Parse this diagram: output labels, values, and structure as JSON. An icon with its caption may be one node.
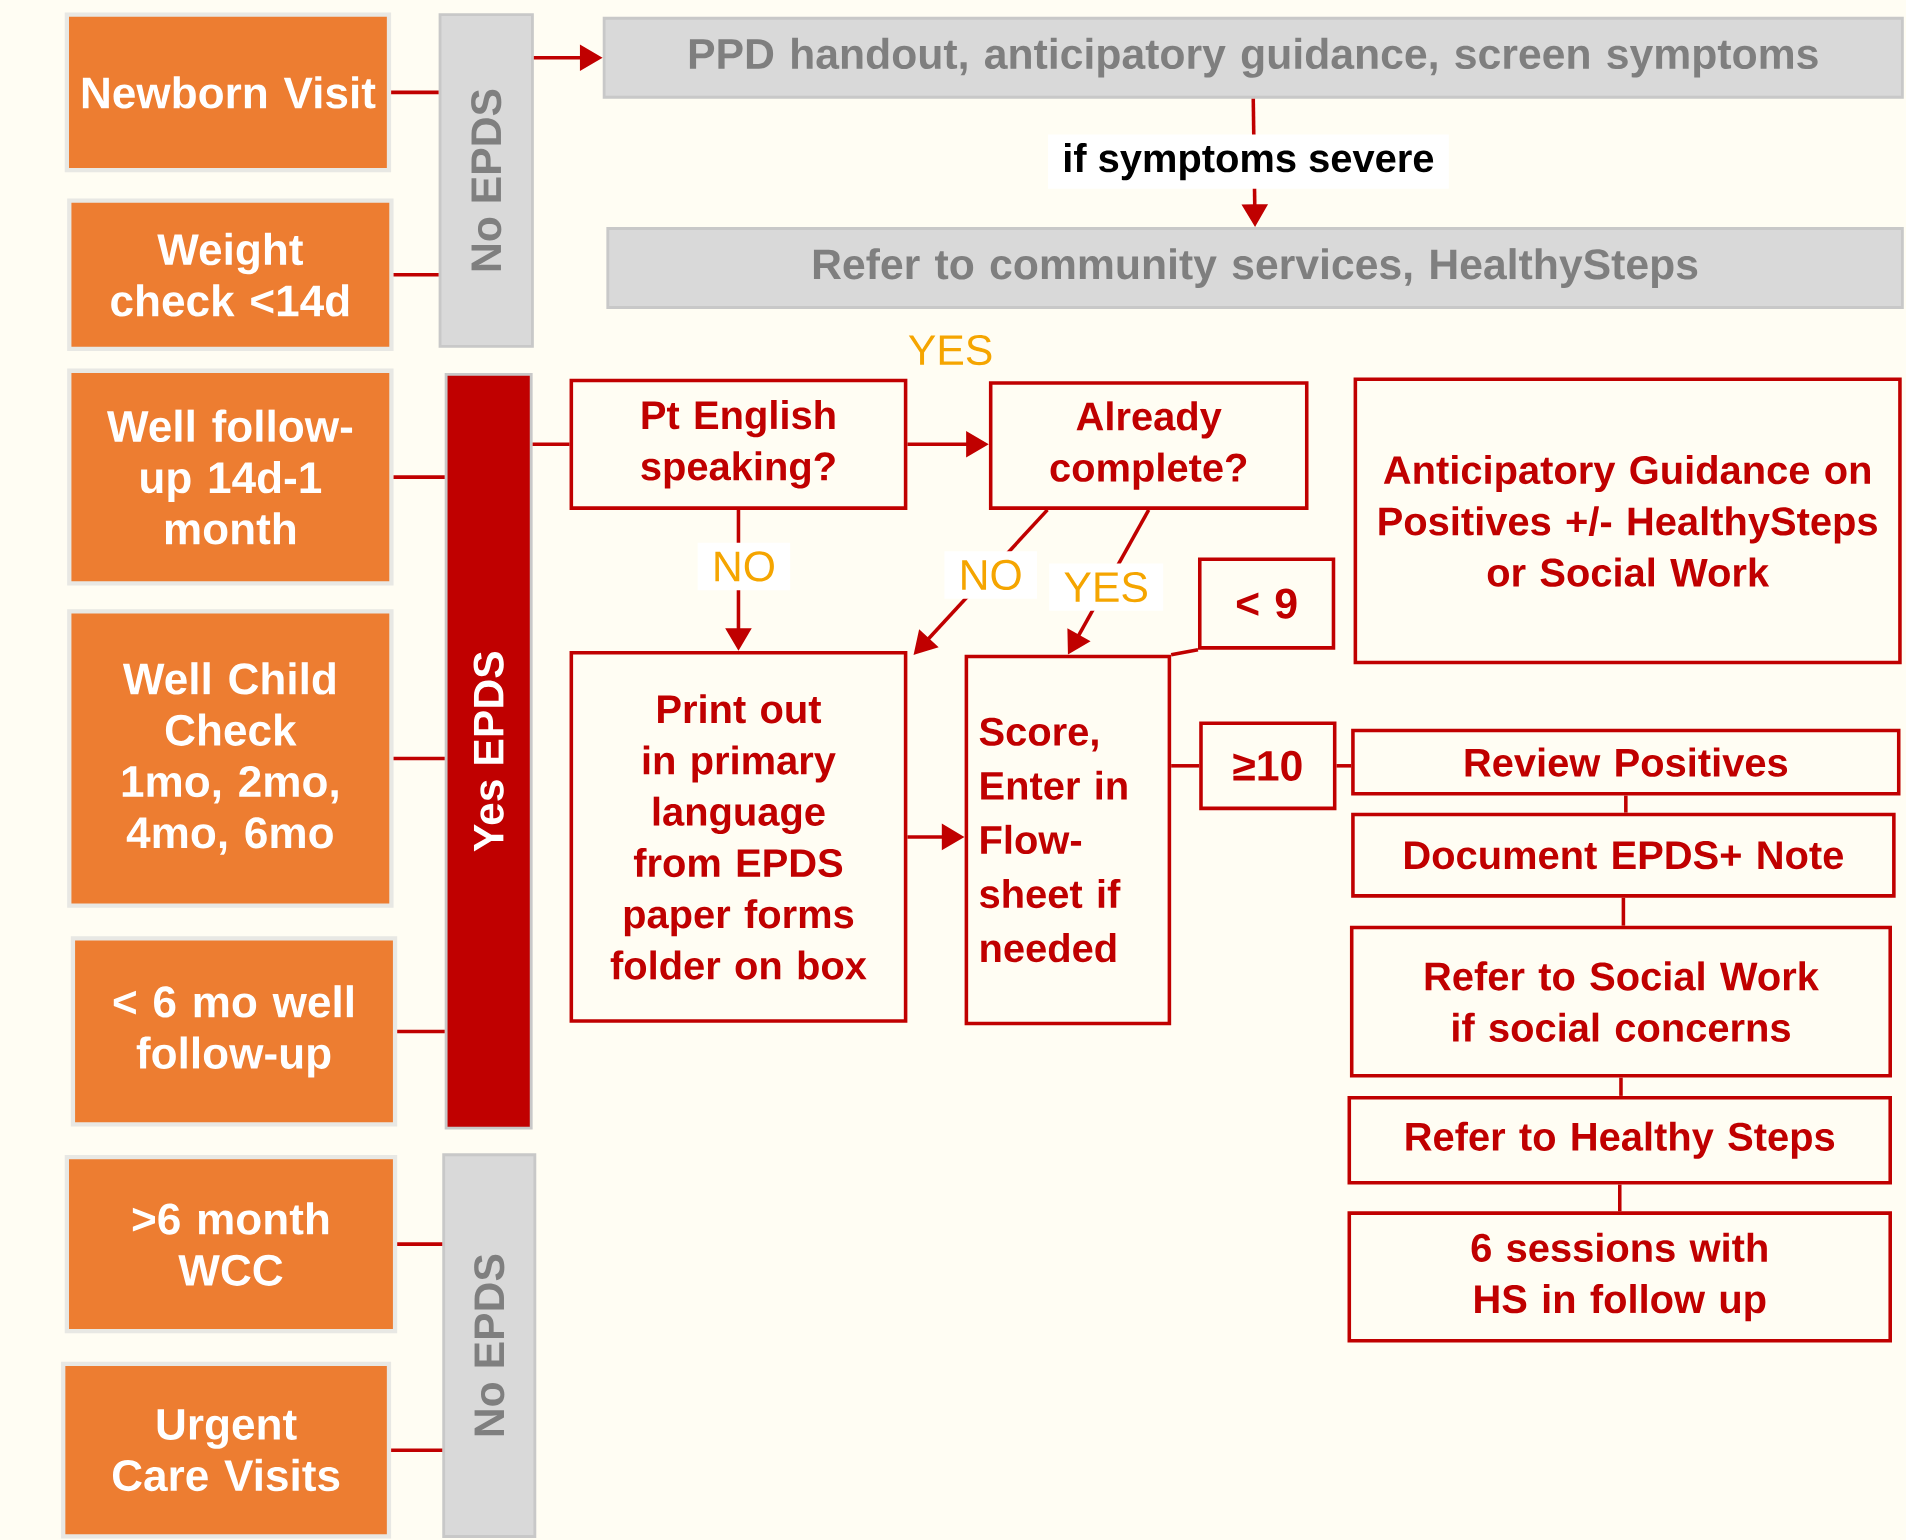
{
  "diagram": {
    "nodes": [
      {
        "text": [
          "Newborn Visit"
        ]
      },
      {
        "text": [
          "Weight check <14d"
        ]
      },
      {
        "text": [
          "Well follow-up 14d-1 month"
        ]
      },
      {
        "text": [
          "Well Child Check 1mo, 2mo, 4mo, 6mo"
        ]
      },
      {
        "text": [
          "< 6 mo well follow-up"
        ]
      },
      {
        "text": [
          ">6 month WCC"
        ]
      },
      {
        "text": [
          "Urgent Care Visits"
        ]
      },
      {
        "text": [
          "No EPDS"
        ]
      },
      {
        "text": [
          "Yes EPDS"
        ]
      },
      {
        "text": [
          "No EPDS"
        ]
      },
      {
        "text": [
          "PPD handout, anticipatory guidance, screen symptoms"
        ]
      },
      {
        "text": [
          "Refer to community services, HealthySteps"
        ]
      },
      {
        "text": [
          "Pt English speaking?"
        ]
      },
      {
        "text": [
          "Already complete?"
        ]
      },
      {
        "text": [
          "Anticipatory Guidance on Positives +/- HealthySteps or Social Work"
        ]
      },
      {
        "text": [
          "Print out in primary language from EPDS paper forms folder on box"
        ]
      },
      {
        "text": [
          "Score, Enter in Flow-sheet if needed"
        ]
      },
      {
        "text": [
          "< 9"
        ]
      },
      {
        "text": [
          "≥10"
        ]
      },
      {
        "text": [
          "Review Positives"
        ]
      },
      {
        "text": [
          "Document EPDS+ Note"
        ]
      },
      {
        "text": [
          "Refer to Social Work if social concerns"
        ]
      },
      {
        "text": [
          "Refer to Healthy Steps"
        ]
      },
      {
        "text": [
          "6 sessions with HS in follow up"
        ]
      }
    ],
    "edges": [
      {
        "from": 0,
        "to": 7,
        "arrow": "none"
      },
      {
        "from": 1,
        "to": 7,
        "arrow": "none"
      },
      {
        "from": 2,
        "to": 8,
        "arrow": "none"
      },
      {
        "from": 3,
        "to": 8,
        "arrow": "none"
      },
      {
        "from": 4,
        "to": 8,
        "arrow": "none"
      },
      {
        "from": 5,
        "to": 9,
        "arrow": "none"
      },
      {
        "from": 6,
        "to": 9,
        "arrow": "none"
      },
      {
        "from": 7,
        "to": 10,
        "arrow": "to"
      },
      {
        "from": 10,
        "to": 11,
        "arrow": "to",
        "label": "if symptoms severe"
      },
      {
        "from": 8,
        "to": 12,
        "arrow": "none"
      },
      {
        "from": 12,
        "to": 13,
        "arrow": "to",
        "label": "YES"
      },
      {
        "from": 12,
        "to": 15,
        "arrow": "to",
        "label": "NO"
      },
      {
        "from": 13,
        "to": 15,
        "arrow": "to",
        "label": "NO"
      },
      {
        "from": 13,
        "to": 16,
        "arrow": "to",
        "label": "YES"
      },
      {
        "from": 15,
        "to": 16,
        "arrow": "to"
      },
      {
        "from": 16,
        "to": 17,
        "arrow": "none"
      },
      {
        "from": 16,
        "to": 18,
        "arrow": "none"
      },
      {
        "from": 18,
        "to": 19,
        "arrow": "none"
      },
      {
        "from": 19,
        "to": 20,
        "arrow": "none"
      },
      {
        "from": 20,
        "to": 21,
        "arrow": "none"
      },
      {
        "from": 21,
        "to": 22,
        "arrow": "none"
      },
      {
        "from": 22,
        "to": 23,
        "arrow": "none"
      }
    ]
  }
}
